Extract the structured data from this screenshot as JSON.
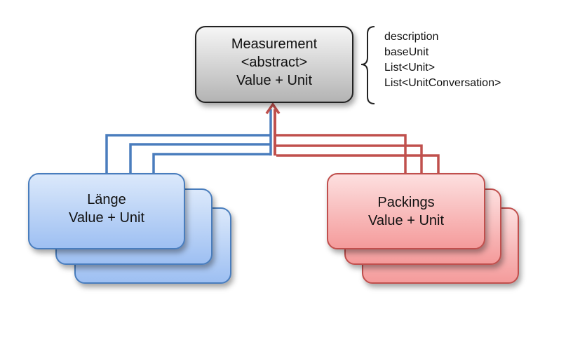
{
  "measurement": {
    "name": "Measurement",
    "stereotype": "<abstract>",
    "fields": "Value + Unit",
    "attributes": [
      "description",
      "baseUnit",
      "List<Unit>",
      "List<UnitConversation>"
    ]
  },
  "laenge": {
    "name": "Länge",
    "fields": "Value + Unit"
  },
  "packings": {
    "name": "Packings",
    "fields": "Value + Unit"
  },
  "colors": {
    "blue_fill_top": "#dce9fb",
    "blue_fill_bottom": "#9dbff2",
    "blue_stroke": "#4a7dbd",
    "red_fill_top": "#fde0e0",
    "red_fill_bottom": "#f49a9a",
    "red_stroke": "#c0504d",
    "gray_fill_top": "#f6f6f6",
    "gray_fill_bottom": "#b3b3b3",
    "gray_stroke": "#222222"
  }
}
